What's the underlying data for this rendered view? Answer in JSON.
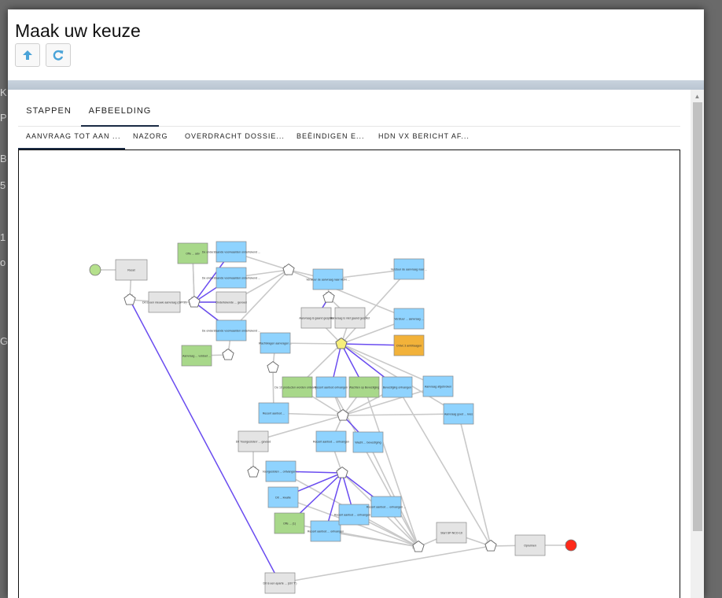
{
  "background": {
    "letters": [
      "K",
      "P",
      "B",
      "5",
      "1",
      "o",
      "G"
    ]
  },
  "modal": {
    "title": "Maak uw keuze",
    "buttons": [
      {
        "icon": "arrow-up-icon"
      },
      {
        "icon": "refresh-icon"
      }
    ]
  },
  "tabs": [
    {
      "label": "STAPPEN",
      "active": false
    },
    {
      "label": "AFBEELDING",
      "active": true
    }
  ],
  "subtabs": [
    {
      "label": "AANVRAAG TOT AAN ...",
      "active": true
    },
    {
      "label": "NAZORG",
      "active": false
    },
    {
      "label": "OVERDRACHT DOSSIE...",
      "active": false
    },
    {
      "label": "BEËINDIGEN E...",
      "active": false
    },
    {
      "label": "HDN VX BERICHT AF...",
      "active": false
    }
  ],
  "diagram": {
    "colors": {
      "task": "#8fd3fe",
      "gray": "#e4e4e4",
      "green": "#a8d88a",
      "orange": "#f2b23a",
      "start": "#b5e08c",
      "end": "#ff2a1a",
      "edge": "#c9c9c9",
      "edge_active": "#6a4cf0"
    },
    "node_labels": {
      "n_reset": "Reset",
      "n_offer": "Dit is een nieuwe aanvraag (ctrl '1')",
      "n_green1": "Offe ... adv",
      "n_blue1": "De onderstaande voorwaarden ondertekend ...",
      "n_blue2": "De onderstaande voorwaarden ondertekend ...",
      "n_gray1": "Ondertekende ... gevoed",
      "n_blue3": "De onderstaande voorwaarden ondertekend ...",
      "n_green2": "Aanvraag ... voldoet ...",
      "n_blue4": "Verstuur de aanvraag naar HDN ...",
      "n_blue5": "Verstuur de aanvraag naar ...",
      "n_gray2": "Aanvraag is gaand gesplist",
      "n_gray3": "Aanvraag is niet gaand gesplist",
      "n_blue6": "Verstuur ... aanvraag ...",
      "n_blue7": "Wachtvlagen aanvragen ...",
      "n_orange": "Ontvc 3 ambtiaagen",
      "n_green3": "De 10 producten worden ontvangen",
      "n_blue8": "Recent aanbod ontvangen",
      "n_green4": "Wachten op Bevestiging",
      "n_blue9": "Bevestiging ontvangen",
      "n_blue10": "Aanvraag afgebroken",
      "n_blue11": "Recent aanbod ...",
      "n_blue12": "Aanvraag goed ... kres",
      "n_gray4": "Dit 'Voorgesloten' ... gevoed",
      "n_blue13": "Recent aanbod ... ontvangen",
      "n_blue14": "Wacht ... bevestiging",
      "n_blue15": "Voorgesloten ... ontvangen ...",
      "n_blue16": "Dit ... kwatie",
      "n_green5": "Offe ... (1)",
      "n_blue17": "Recent aanbod ... ontvangen",
      "n_blue18": "Recent aanbod ... ontvangen ...",
      "n_blue19": "Recent aanbod ... ontvangen ...",
      "n_gray5": "Start SP-NCO-10",
      "n_gray6": "Opruimen",
      "n_gray7": "Dit is een aparte ... (ctrl 'T')"
    }
  }
}
